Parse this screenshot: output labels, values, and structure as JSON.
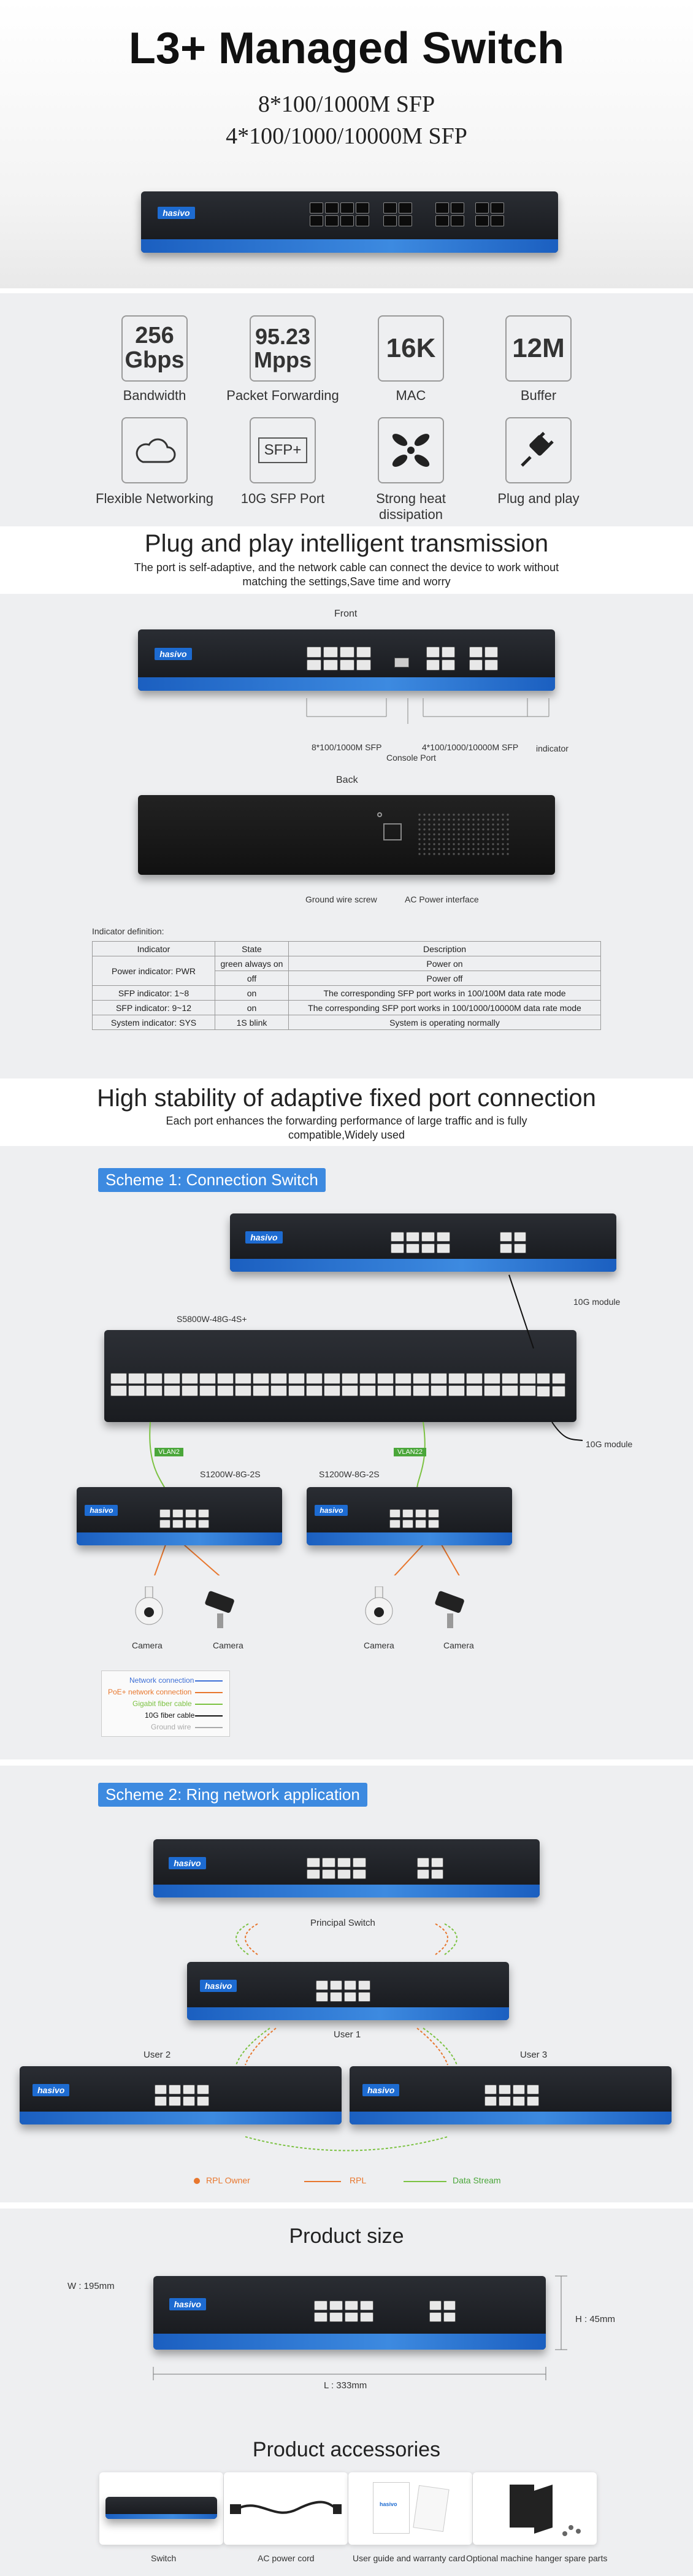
{
  "hero": {
    "title": "L3+ Managed Switch",
    "line1": "8*100/1000M SFP",
    "line2": "4*100/1000/10000M SFP"
  },
  "brand": "hasivo",
  "stats": [
    {
      "value": "256\nGbps",
      "label": "Bandwidth"
    },
    {
      "value": "95.23\nMpps",
      "label": "Packet Forwarding"
    },
    {
      "value": "16K",
      "label": "MAC"
    },
    {
      "value": "12M",
      "label": "Buffer"
    }
  ],
  "features": [
    {
      "icon": "cloud-icon",
      "label": "Flexible Networking"
    },
    {
      "icon": "sfp-icon",
      "text": "SFP+",
      "label": "10G SFP Port"
    },
    {
      "icon": "fan-icon",
      "label": "Strong heat dissipation"
    },
    {
      "icon": "plug-icon",
      "label": "Plug and play"
    }
  ],
  "plug": {
    "title": "Plug and play intelligent transmission",
    "desc": "The port is self-adaptive, and the network cable can connect the device to work without matching the settings,Save time and worry"
  },
  "panel": {
    "front": "Front",
    "sfp8": "8*100/1000M SFP",
    "console": "Console Port",
    "sfp4": "4*100/1000/10000M SFP",
    "indicator": "indicator",
    "back": "Back",
    "ground": "Ground wire screw",
    "ac": "AC Power interface"
  },
  "ind": {
    "caption": "Indicator definition:",
    "headers": [
      "Indicator",
      "State",
      "Description"
    ],
    "rows": [
      [
        "Power indicator:  PWR",
        "green always on",
        "Power on"
      ],
      [
        "",
        "off",
        "Power off"
      ],
      [
        "SFP indicator:  1~8",
        "on",
        "The corresponding SFP port works in 100/100M data rate mode"
      ],
      [
        "SFP indicator:  9~12",
        "on",
        "The corresponding SFP port works in 100/1000/10000M data rate mode"
      ],
      [
        "System indicator: SYS",
        "1S blink",
        "System is operating normally"
      ]
    ]
  },
  "stab": {
    "title": "High stability of adaptive fixed port connection",
    "desc": "Each port enhances the forwarding performance of large traffic and is fully compatible,Widely used"
  },
  "scheme1": {
    "label": "Scheme 1: Connection Switch",
    "mod1": "10G module",
    "core": "S5800W-48G-4S+",
    "mod2": "10G module",
    "vlan2": "VLAN2",
    "vlan22": "VLAN22",
    "s1": "S1200W-8G-2S",
    "s2": "S1200W-8G-2S",
    "cam": "Camera",
    "legend": [
      {
        "t": "Network connection",
        "c": "#3d6fd6"
      },
      {
        "t": "PoE+ network connection",
        "c": "#e8772e"
      },
      {
        "t": "Gigabit fiber cable",
        "c": "#7cc242"
      },
      {
        "t": "10G fiber cable",
        "c": "#111111"
      },
      {
        "t": "Ground wire",
        "c": "#aaaaaa"
      }
    ]
  },
  "scheme2": {
    "label": "Scheme 2: Ring network application",
    "principal": "Principal Switch",
    "user1": "User 1",
    "user2": "User 2",
    "user3": "User 3",
    "rpl_owner": "RPL Owner",
    "rpl": "RPL",
    "stream": "Data Stream"
  },
  "size": {
    "title": "Product size",
    "w": "W : 195mm",
    "h": "H : 45mm",
    "l": "L : 333mm"
  },
  "acc": {
    "title": "Product accessories",
    "items": [
      "Switch",
      "AC power cord",
      "User guide and warranty card",
      "Optional machine hanger spare parts"
    ]
  },
  "colors": {
    "accent": "#3d8ae0",
    "bg_gray": "#eeeff1"
  }
}
